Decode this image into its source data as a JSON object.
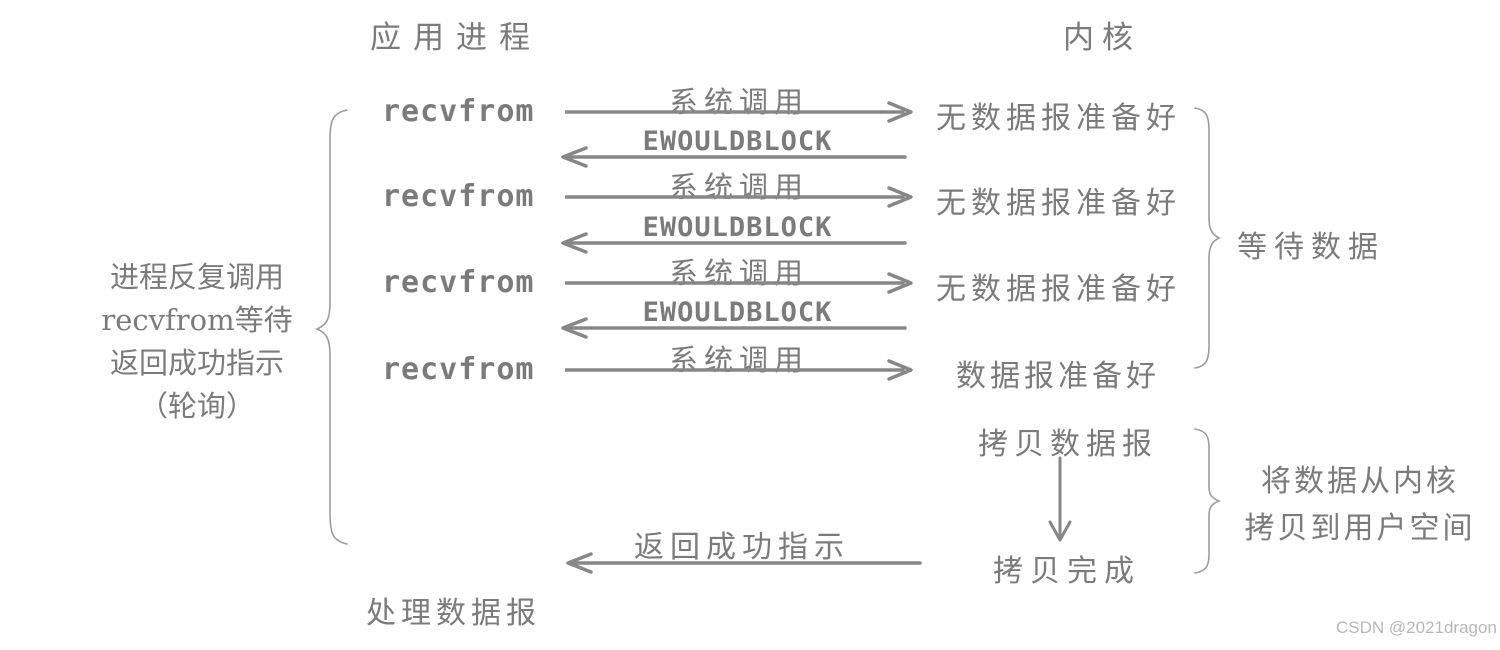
{
  "colors": {
    "background": "#ffffff",
    "ink": "#7b7b7b",
    "line": "#878787",
    "brace": "#9c9c9c",
    "watermark": "#b7b7b7"
  },
  "headers": {
    "application": "应用进程",
    "kernel": "内核"
  },
  "left_annotation": {
    "lines": [
      "进程反复调用",
      "recvfrom等待",
      "返回成功指示",
      "（轮询）"
    ]
  },
  "rounds": [
    {
      "caller": "recvfrom",
      "call_label": "系统调用",
      "kernel_state": "无数据报准备好",
      "return_label": "EWOULDBLOCK"
    },
    {
      "caller": "recvfrom",
      "call_label": "系统调用",
      "kernel_state": "无数据报准备好",
      "return_label": "EWOULDBLOCK"
    },
    {
      "caller": "recvfrom",
      "call_label": "系统调用",
      "kernel_state": "无数据报准备好",
      "return_label": "EWOULDBLOCK"
    },
    {
      "caller": "recvfrom",
      "call_label": "系统调用",
      "kernel_state": "数据报准备好"
    }
  ],
  "wait_annotation": "等待数据",
  "copy_sequence": {
    "start": "拷贝数据报",
    "end": "拷贝完成"
  },
  "copy_annotation": {
    "lines": [
      "将数据从内核",
      "拷贝到用户空间"
    ]
  },
  "final_return_label": "返回成功指示",
  "process_label": "处理数据报",
  "watermark": "CSDN @2021dragon"
}
